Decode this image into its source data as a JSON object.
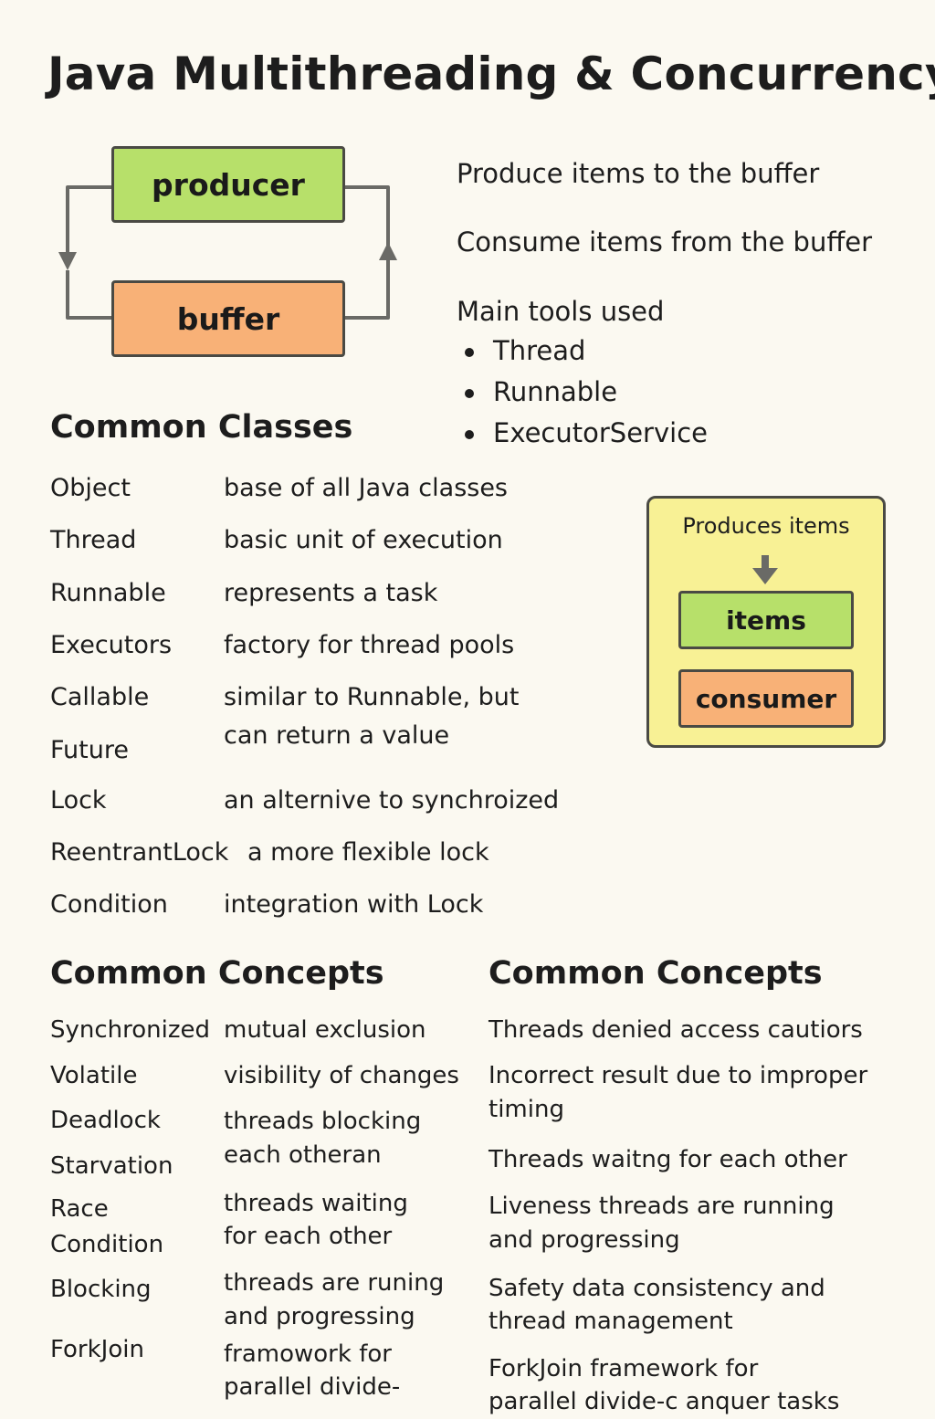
{
  "title": "Java Multithreading & Concurrency",
  "diagram": {
    "producer_label": "producer",
    "buffer_label": "buffer"
  },
  "descriptions": {
    "produce": "Produce items to the buffer",
    "consume": "Consume items from the buffer",
    "tools_heading": "Main tools used",
    "tools": [
      "Thread",
      "Runnable",
      "ExecutorService"
    ]
  },
  "common_classes": {
    "heading": "Common Classes",
    "rows": [
      {
        "name": "Object",
        "desc": "base of all Java classes"
      },
      {
        "name": "Thread",
        "desc": "basic unit of execution"
      },
      {
        "name": "Runnable",
        "desc": "represents a task"
      },
      {
        "name": "Executors",
        "desc": "factory for thread pools"
      },
      {
        "name": "Callable",
        "desc": "similar to Runnable, but"
      },
      {
        "name": "",
        "desc": "can return a value"
      },
      {
        "name": "Future",
        "desc": ""
      },
      {
        "name": "Lock",
        "desc": "an alternive to synchroized"
      },
      {
        "name": "ReentrantLock",
        "desc": "a more flexible lock"
      },
      {
        "name": "Condition",
        "desc": "integration with Lock"
      }
    ]
  },
  "side_panel": {
    "caption": "Produces items",
    "items_label": "items",
    "consumer_label": "consumer"
  },
  "concepts_left": {
    "heading": "Common Concepts",
    "names": [
      "Synchronized",
      "Volatile",
      "Deadlock",
      "Starvation",
      "Race",
      "Condition",
      "Blocking",
      "ForkJoin"
    ],
    "descs": [
      "mutual exclusion",
      "visibility of changes",
      "threads blocking",
      "each otheran",
      "threads waiting",
      "for each other",
      "threads are runing",
      "and progressing",
      "framowork for",
      "parallel divide-"
    ]
  },
  "concepts_right": {
    "heading": "Common Concepts",
    "lines": [
      "Threads denied access cautiors",
      "Incorrect result due to improper",
      "timing",
      "Threads waitng for each other",
      "Liveness threads are running",
      "and progressing",
      "Safety  data consistency and",
      "thread management",
      "ForkJoin  framework for",
      "parallel divide-c  anquer tasks"
    ]
  },
  "colors": {
    "background": "#fbf9f1",
    "green": "#b7e06a",
    "orange": "#f8b177",
    "panel_yellow": "#f8f195",
    "border": "#4a4a44"
  }
}
